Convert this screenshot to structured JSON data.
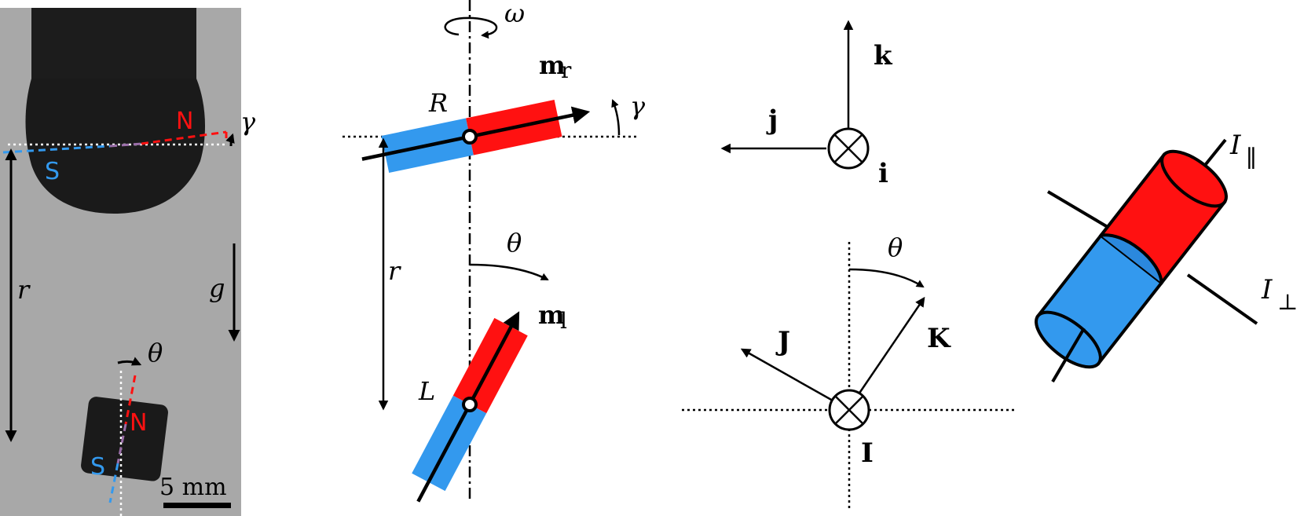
{
  "photo": {
    "north_label_top": "N",
    "south_label_top": "S",
    "north_label_bottom": "N",
    "south_label_bottom": "S",
    "gamma": "γ",
    "theta": "θ",
    "r": "r",
    "g": "g",
    "scale_bar": "5 mm"
  },
  "schematic": {
    "omega": "ω",
    "m_r_main": "m",
    "m_r_sub": "r",
    "R": "R",
    "gamma": "γ",
    "r": "r",
    "theta": "θ",
    "m_l_main": "m",
    "m_l_sub": "l",
    "L": "L"
  },
  "frames": {
    "k": "k",
    "j": "j",
    "i": "i",
    "theta": "θ",
    "J": "J",
    "K": "K",
    "I": "I"
  },
  "inertia": {
    "I_par_main": "I",
    "I_par_sub": "∥",
    "I_perp_main": "I",
    "I_perp_sub": "⊥"
  },
  "colors": {
    "north": "#ff1111",
    "south": "#3399ee",
    "photo_bg": "#a6a6a6",
    "magnet_dark": "#1a1a1a"
  }
}
